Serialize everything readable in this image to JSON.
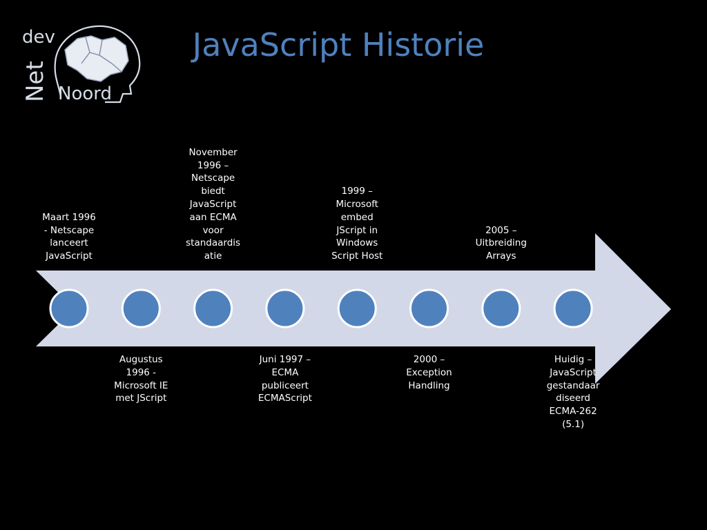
{
  "slide": {
    "title": "JavaScript Historie",
    "logo": {
      "line1": "dev",
      "line2": "Net",
      "line3": "Noord"
    }
  },
  "colors": {
    "background": "#000000",
    "title": "#4f81bd",
    "arrow": "#d3d8e8",
    "node_fill": "#4f81bd",
    "node_stroke": "#ffffff",
    "label_text": "#ffffff"
  },
  "timeline": {
    "events": [
      {
        "label": "Maart 1996 - Netscape lanceert JavaScript",
        "position": "above"
      },
      {
        "label": "Augustus 1996 - Microsoft IE met JScript",
        "position": "below"
      },
      {
        "label": "November 1996 – Netscape biedt JavaScript aan ECMA voor standaardisatie",
        "position": "above"
      },
      {
        "label": "Juni 1997 – ECMA publiceert ECMAScript",
        "position": "below"
      },
      {
        "label": "1999 – Microsoft embed JScript in Windows Script Host",
        "position": "above"
      },
      {
        "label": "2000 – Exception Handling",
        "position": "below"
      },
      {
        "label": "2005 – Uitbreiding Arrays",
        "position": "above"
      },
      {
        "label": "Huidig – JavaScript gestandaardiseerd ECMA-262 (5.1)",
        "position": "below"
      }
    ]
  }
}
